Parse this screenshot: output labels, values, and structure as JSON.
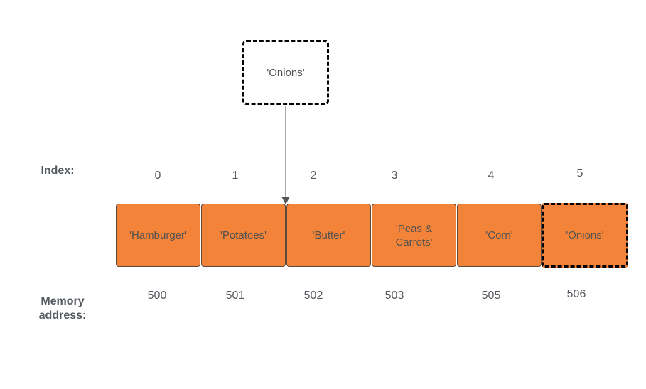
{
  "labels": {
    "index": "Index:",
    "memory_address_line1": "Memory",
    "memory_address_line2": "address:"
  },
  "new_element": {
    "value": "'Onions'"
  },
  "cells": [
    {
      "index": "0",
      "value": "'Hamburger'",
      "address": "500"
    },
    {
      "index": "1",
      "value": "'Potatoes'",
      "address": "501"
    },
    {
      "index": "2",
      "value": "'Butter'",
      "address": "502"
    },
    {
      "index": "3",
      "value": "'Peas & Carrots'",
      "address": "503"
    },
    {
      "index": "4",
      "value": "'Corn'",
      "address": "505"
    },
    {
      "index": "5",
      "value": "'Onions'",
      "address": "506"
    }
  ],
  "colors": {
    "cell_fill": "#f4833a",
    "text": "#555a60",
    "highlight_border": "#000000"
  }
}
